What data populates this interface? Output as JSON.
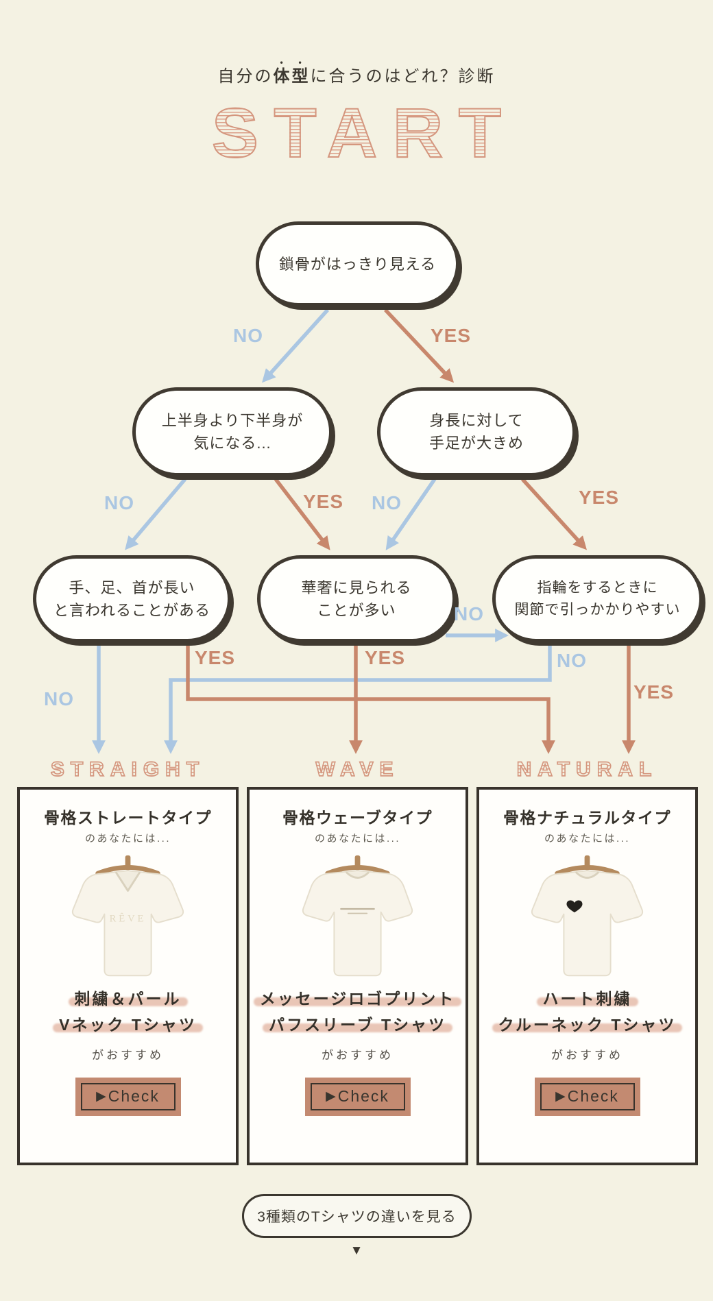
{
  "header": {
    "title_prefix": "自分の",
    "title_emphasis": "体型",
    "title_suffix": "に合うのはどれ？診断",
    "start_label": "START"
  },
  "flowchart": {
    "labels": {
      "yes": "YES",
      "no": "NO"
    },
    "q1": {
      "line1": "鎖骨がはっきり見える"
    },
    "q2": {
      "line1": "上半身より下半身が",
      "line2": "気になる..."
    },
    "q3": {
      "line1": "身長に対して",
      "line2": "手足が大きめ"
    },
    "q4": {
      "line1": "手、足、首が長い",
      "line2": "と言われることがある"
    },
    "q5": {
      "line1": "華奢に見られる",
      "line2": "ことが多い"
    },
    "q6": {
      "line1": "指輪をするときに",
      "line2": "関節で引っかかりやすい"
    }
  },
  "results": {
    "straight": {
      "type_label": "STRAIGHT",
      "title": "骨格ストレートタイプ",
      "subtitle": "のあなたには...",
      "product_line1": "刺繍＆パール",
      "product_line2": "Vネック Tシャツ",
      "recommend": "がおすすめ",
      "check_label": "Check",
      "tshirt_print": "RÊVE"
    },
    "wave": {
      "type_label": "WAVE",
      "title": "骨格ウェーブタイプ",
      "subtitle": "のあなたには...",
      "product_line1": "メッセージロゴプリント",
      "product_line2": "パフスリーブ Tシャツ",
      "recommend": "がおすすめ",
      "check_label": "Check"
    },
    "natural": {
      "type_label": "NATURAL",
      "title": "骨格ナチュラルタイプ",
      "subtitle": "のあなたには...",
      "product_line1": "ハート刺繍",
      "product_line2": "クルーネック Tシャツ",
      "recommend": "がおすすめ",
      "check_label": "Check"
    }
  },
  "footer": {
    "compare_button": "3種類のTシャツの違いを見る"
  },
  "ui": {
    "check_icon": "▶",
    "down_icon": "▼"
  },
  "colors": {
    "background": "#f4f2e3",
    "box_border": "#403a31",
    "no_blue": "#aac6e2",
    "yes_pink": "#c8876c",
    "accent_pink": "#d89b84",
    "button_fill": "#c38a71",
    "text_dark": "#3b372f"
  }
}
